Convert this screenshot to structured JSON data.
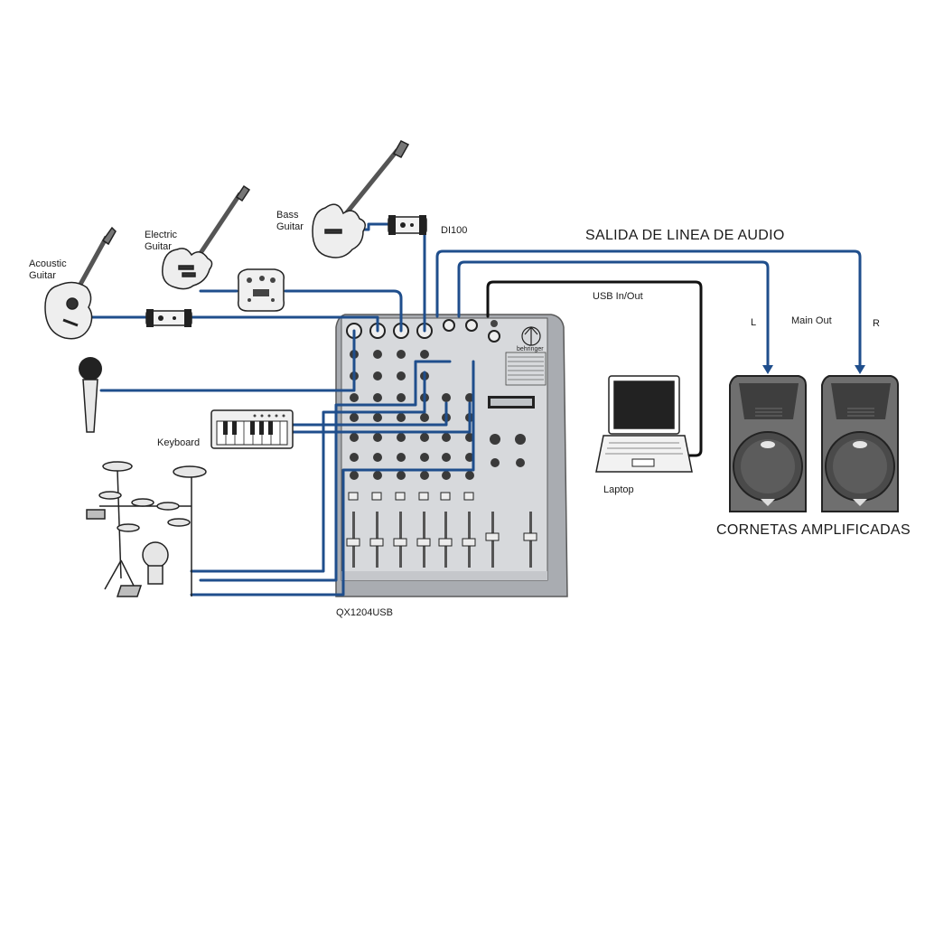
{
  "labels": {
    "acoustic_guitar": [
      "Acoustic",
      "Guitar"
    ],
    "electric_guitar": [
      "Electric",
      "Guitar"
    ],
    "bass_guitar": [
      "Bass",
      "Guitar"
    ],
    "di100": "DI100",
    "keyboard": "Keyboard",
    "mixer_model": "QX1204USB",
    "line_out_title": "SALIDA DE LINEA DE AUDIO",
    "usb": "USB In/Out",
    "laptop": "Laptop",
    "left": "L",
    "main_out": "Main Out",
    "right": "R",
    "speakers_title": "CORNETAS AMPLIFICADAS",
    "mixer_brand": "behringer"
  },
  "colors": {
    "cable_blue": "#1f4e8c",
    "cable_black": "#111111",
    "mixer_body": "#b9bcc1",
    "mixer_panel": "#d7d9dc",
    "outline": "#2a2a2a"
  }
}
